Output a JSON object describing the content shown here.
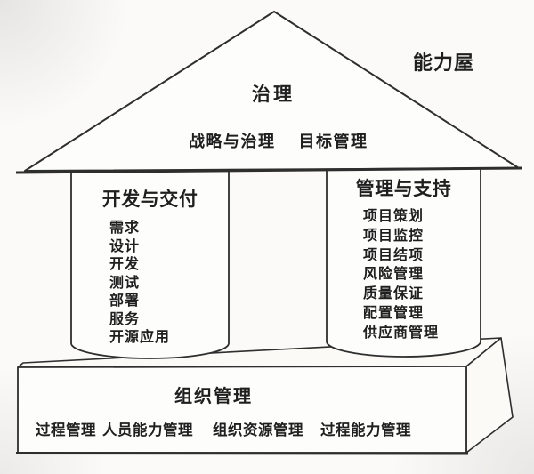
{
  "diagram": {
    "label": "能力屋",
    "roof": {
      "title": "治理",
      "items": [
        "战略与治理",
        "目标管理"
      ]
    },
    "pillars": [
      {
        "title": "开发与交付",
        "items": [
          "需求",
          "设计",
          "开发",
          "测试",
          "部署",
          "服务",
          "开源应用"
        ]
      },
      {
        "title": "管理与支持",
        "items": [
          "项目策划",
          "项目监控",
          "项目结项",
          "风险管理",
          "质量保证",
          "配置管理",
          "供应商管理"
        ]
      }
    ],
    "base": {
      "title": "组织管理",
      "items": [
        "过程管理",
        "人员能力管理",
        "组织资源管理",
        "过程能力管理"
      ]
    }
  },
  "colors": {
    "line": "#2e2e2e",
    "ink": "#1f1f1f",
    "paper": "#fbfaf8",
    "shape_fill": "#fdfdfc"
  }
}
